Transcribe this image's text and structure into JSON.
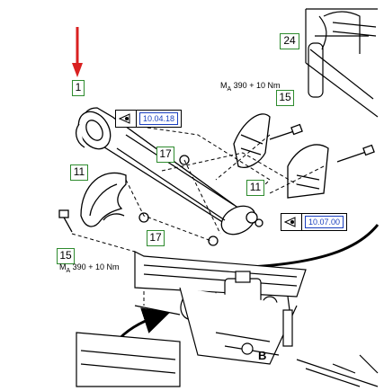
{
  "callouts": [
    {
      "key": "c1",
      "label": "1"
    },
    {
      "key": "c24",
      "label": "24"
    },
    {
      "key": "c15a",
      "label": "15"
    },
    {
      "key": "c17a",
      "label": "17"
    },
    {
      "key": "c11a",
      "label": "11"
    },
    {
      "key": "c11b",
      "label": "11"
    },
    {
      "key": "c17b",
      "label": "17"
    },
    {
      "key": "c15b",
      "label": "15"
    }
  ],
  "torque": {
    "upper": {
      "prefix": "M",
      "sub": "A",
      "value": " 390 + 10 Nm"
    },
    "lower": {
      "prefix": "M",
      "sub": "A",
      "value": " 390 + 10 Nm"
    }
  },
  "refs": {
    "upper": {
      "icon": "view-eye-icon",
      "code": "10.04.18"
    },
    "lower": {
      "icon": "view-eye-icon",
      "code": "10.07.00"
    }
  },
  "detail_letter": "B",
  "colors": {
    "callout_border": "#2e8b2e",
    "arrow": "#d92020",
    "ref_code": "#1a3fbf"
  }
}
